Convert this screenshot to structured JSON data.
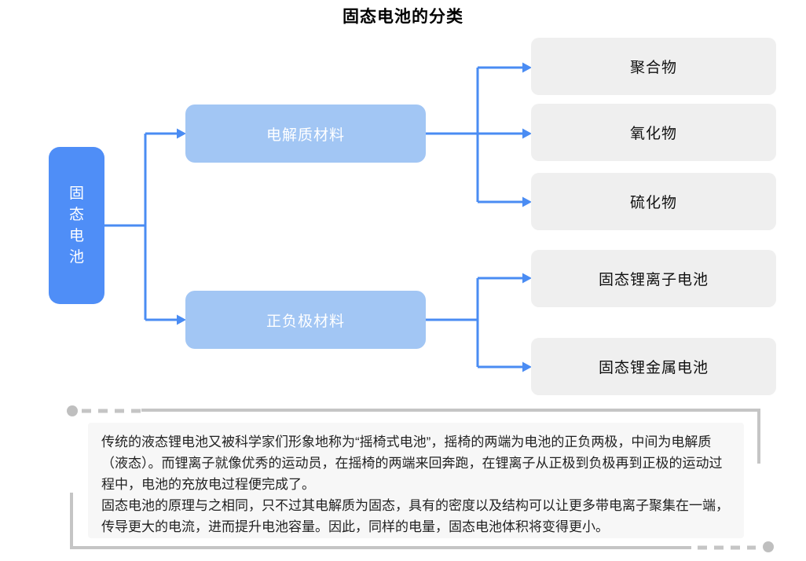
{
  "title": "固态电池的分类",
  "colors": {
    "root_blue": "#4f8ef7",
    "branch_blue": "#a2c6f4",
    "connector_blue": "#4a8cf3",
    "leaf_gray": "#efefef",
    "note_background": "#f7f7f7",
    "decoration_gray": "#c5c5c5"
  },
  "tree": {
    "root": {
      "label": "固态电池"
    },
    "branches": [
      {
        "label": "电解质材料",
        "children": [
          {
            "label": "聚合物"
          },
          {
            "label": "氧化物"
          },
          {
            "label": "硫化物"
          }
        ]
      },
      {
        "label": "正负极材料",
        "children": [
          {
            "label": "固态锂离子电池"
          },
          {
            "label": "固态锂金属电池"
          }
        ]
      }
    ]
  },
  "note": {
    "paragraph_1": "传统的液态锂电池又被科学家们形象地称为“摇椅式电池”，摇椅的两端为电池的正负两极，中间为电解质（液态）。而锂离子就像优秀的运动员，在摇椅的两端来回奔跑，在锂离子从正极到负极再到正极的运动过程中，电池的充放电过程便完成了。",
    "paragraph_2": "固态电池的原理与之相同，只不过其电解质为固态，具有的密度以及结构可以让更多带电离子聚集在一端，传导更大的电流，进而提升电池容量。因此，同样的电量，固态电池体积将变得更小。"
  }
}
